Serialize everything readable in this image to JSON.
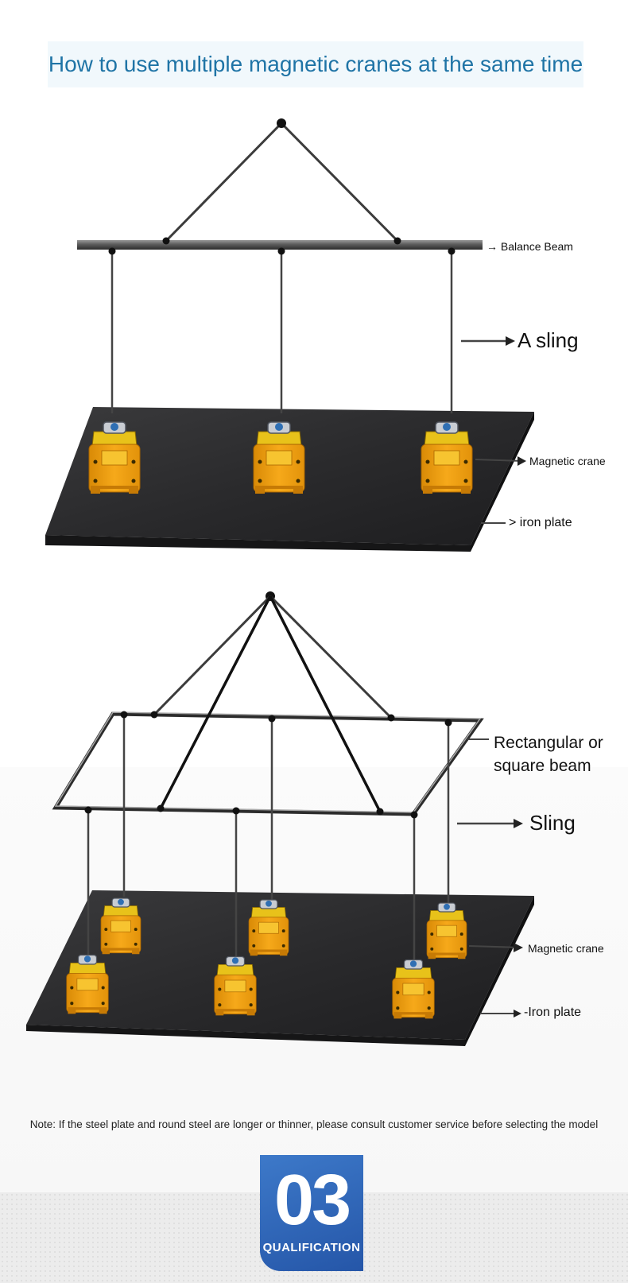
{
  "title": "How to use multiple magnetic cranes at the same time",
  "diagram1": {
    "labels": {
      "balance_beam": "→ Balance Beam",
      "sling": "A sling",
      "magnetic_crane": "Magnetic crane",
      "iron_plate": "> iron plate"
    }
  },
  "diagram2": {
    "labels": {
      "beam": "Rectangular or square beam",
      "sling": "Sling",
      "magnetic_crane": "Magnetic crane",
      "iron_plate": "-Iron plate"
    }
  },
  "note": "Note: If the steel plate and round steel are longer or thinner, please consult customer service before selecting the model",
  "badge": {
    "number": "03",
    "text": "QUALIFICATION"
  },
  "colors": {
    "title_text": "#1f74a6",
    "badge": "#2f63b5",
    "magnet_body": "#f0a010",
    "plate": "#2b2b2d"
  }
}
